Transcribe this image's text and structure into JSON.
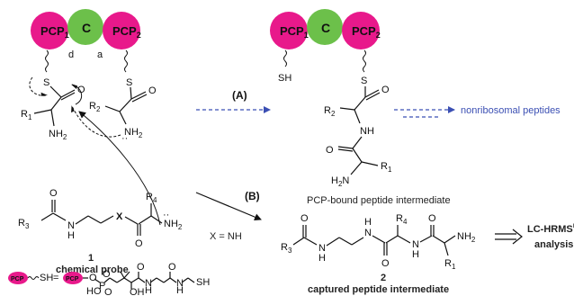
{
  "colors": {
    "pcp_fill": "#e8198b",
    "c_fill": "#6cc04a",
    "dashed_arrow": "#3b4fb3",
    "text": "#111111"
  },
  "top_left": {
    "pcp1": "PCP",
    "pcp1_sub": "1",
    "c_domain": "C",
    "pcp2": "PCP",
    "pcp2_sub": "2",
    "site_d": "d",
    "site_a": "a",
    "s_left": "S",
    "s_right": "S",
    "o_right": "O",
    "r1": "R",
    "r1_sub": "1",
    "r2": "R",
    "r2_sub": "2",
    "nh2_left": "NH",
    "nh2_left_sub": "2",
    "nh2_right": "NH",
    "nh2_right_sub": "2"
  },
  "route_a": {
    "label": "(A)",
    "pcp1": "PCP",
    "pcp1_sub": "1",
    "c_domain": "C",
    "pcp2": "PCP",
    "pcp2_sub": "2",
    "sh": "SH",
    "s": "S",
    "o_top": "O",
    "r2": "R",
    "r2_sub": "2",
    "nh": "NH",
    "o_mid": "O",
    "h2n": "H",
    "h2n_sub": "2",
    "h2n_n": "N",
    "r1": "R",
    "r1_sub": "1",
    "product": "nonribosomal peptides",
    "caption": "PCP-bound peptide intermediate"
  },
  "probe": {
    "o": "O",
    "r3": "R",
    "r3_sub": "3",
    "n": "N",
    "h": "H",
    "x": "X",
    "r4": "R",
    "r4_sub": "4",
    "o_bottom": "O",
    "nh2": "NH",
    "nh2_sub": "2",
    "number": "1",
    "caption": "chemical probe"
  },
  "route_b": {
    "label": "(B)",
    "condition": "X = NH",
    "r3": "R",
    "r3_sub": "3",
    "n1": "N",
    "h1": "H",
    "h2": "H",
    "n2": "N",
    "r4": "R",
    "r4_sub": "4",
    "h3": "H",
    "n3": "N",
    "o1": "O",
    "o2": "O",
    "o3": "O",
    "nh2": "NH",
    "nh2_sub": "2",
    "r1": "R",
    "r1_sub": "1",
    "number": "2",
    "caption": "captured peptide intermediate",
    "analysis_line1": "LC-HRMS",
    "analysis_sup": "n",
    "analysis_line2": "analysis"
  },
  "legend": {
    "pcp": "PCP",
    "sh": "SH",
    "equals": "=",
    "pcp2": "PCP",
    "o1": "O",
    "p": "P",
    "o2": "O",
    "ho": "HO",
    "o3": "O",
    "oh": "OH",
    "n1": "N",
    "h1": "H",
    "o4": "O",
    "n2": "N",
    "h2": "H",
    "o5": "O",
    "sh2": "SH"
  }
}
